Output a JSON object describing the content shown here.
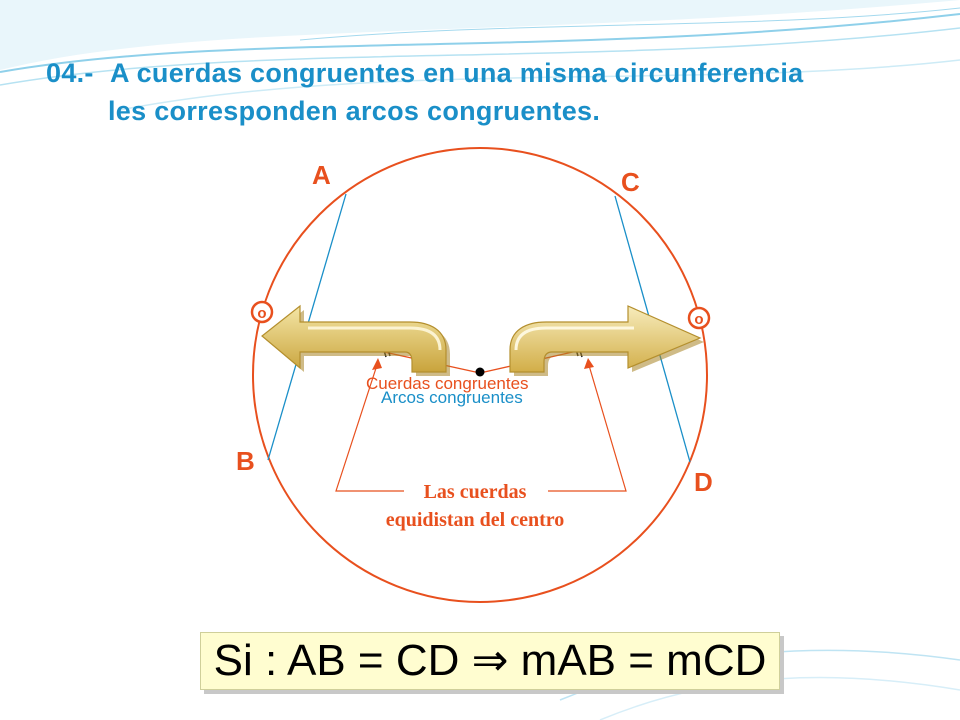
{
  "title": {
    "number": "04.-",
    "line1": "A cuerdas congruentes en una misma circunferencia",
    "line2": "les corresponden arcos congruentes."
  },
  "points": {
    "a": "A",
    "b": "B",
    "c": "C",
    "d": "D"
  },
  "labels": {
    "chords": "Cuerdas congruentes",
    "arcs": "Arcos congruentes",
    "equidistant": "Las cuerdas equidistan del centro"
  },
  "formula": "Si : AB = CD ⇒ mAB = mCD",
  "colors": {
    "circle": "#e8501e",
    "chord": "#1a8fc8",
    "arrow_fill": "#d4b24a",
    "arrow_light": "#f0dc8c",
    "title": "#1a8fc8",
    "formula_bg": "#fffdd0"
  }
}
